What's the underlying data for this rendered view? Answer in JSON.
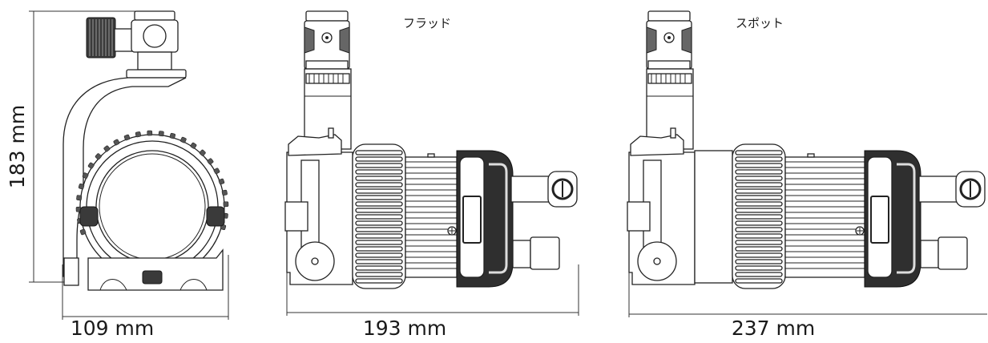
{
  "views": {
    "front": {
      "height_label": "183 mm",
      "width_label": "109 mm"
    },
    "flood": {
      "title": "フラッド",
      "length_label": "193 mm"
    },
    "spot": {
      "title": "スポット",
      "length_label": "237 mm"
    }
  }
}
